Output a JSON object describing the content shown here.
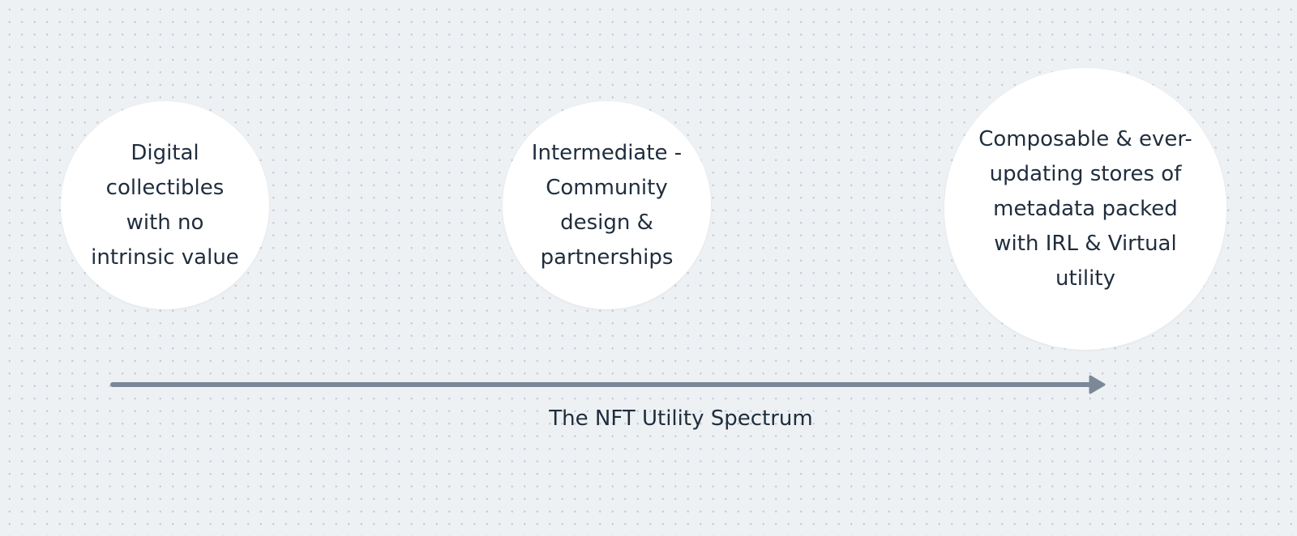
{
  "nodes": [
    {
      "text": "Digital\ncollectibles\nwith no\nintrinsic value"
    },
    {
      "text": "Intermediate -\nCommunity\ndesign &\npartnerships"
    },
    {
      "text": "Composable & ever-\nupdating stores of\nmetadata packed\nwith IRL & Virtual\nutility"
    }
  ],
  "caption": "The NFT Utility Spectrum",
  "colors": {
    "background": "#eef1f4",
    "node_fill": "#ffffff",
    "arrow": "#7b8898",
    "text": "#1f2d3d"
  }
}
